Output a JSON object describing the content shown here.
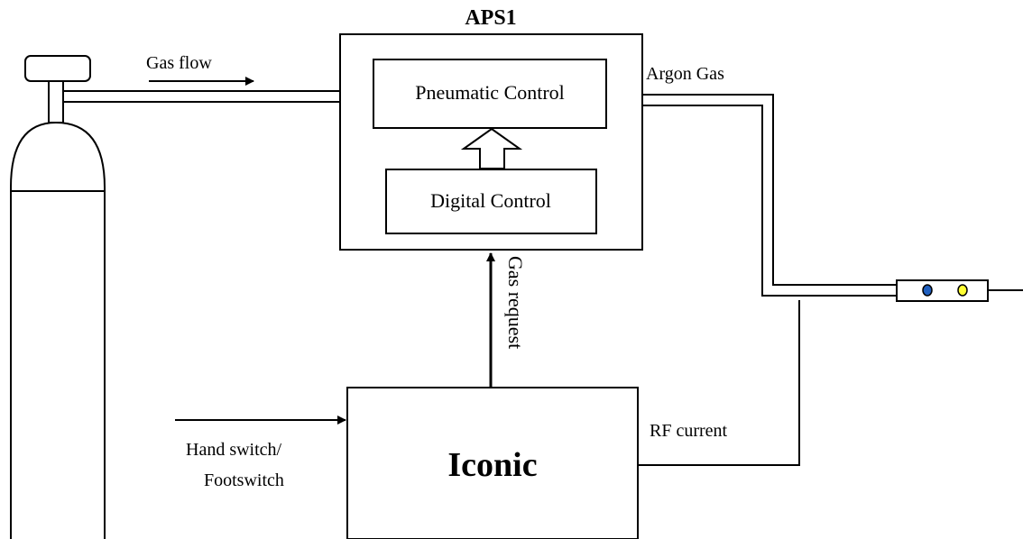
{
  "title": "APS1",
  "labels": {
    "gas_flow": "Gas flow",
    "argon_gas": "Argon Gas",
    "pneumatic_control": "Pneumatic Control",
    "digital_control": "Digital Control",
    "gas_request": "Gas request",
    "iconic": "Iconic",
    "rf_current": "RF current",
    "hand_switch": "Hand switch/",
    "footswitch": "Footswitch"
  },
  "colors": {
    "line": "#000000",
    "indicator_blue": "#1f5fbf",
    "indicator_yellow": "#ffff33",
    "background": "#ffffff"
  },
  "icons": {
    "gas_cylinder": "gas-cylinder-icon",
    "handpiece": "handpiece-icon"
  }
}
